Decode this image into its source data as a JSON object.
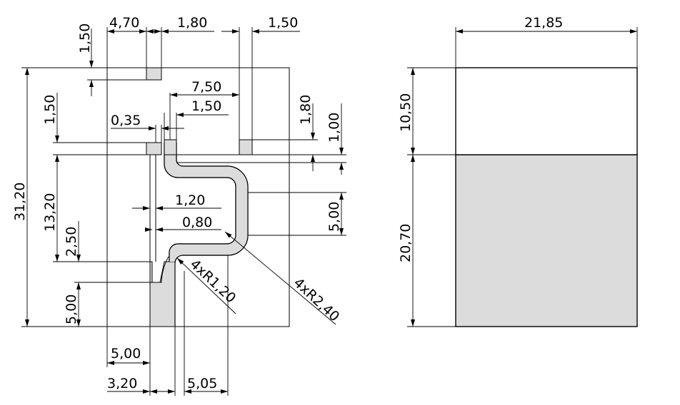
{
  "left_view": {
    "dimensions": {
      "top_slot_offset": "4,70",
      "top_slot_width": "1,80",
      "top_slot_height": "1,50",
      "right_slot_width": "1,50",
      "stub_spacing": "7,50",
      "stub_width": "1,50",
      "gap": "0,35",
      "slot_height_left": "1,50",
      "right_slot_height": "1,80",
      "right_slot_depth": "1,00",
      "overall_height": "31,20",
      "feed_length": "13,20",
      "line_width": "1,20",
      "gap_width": "0,80",
      "vertical_segment": "5,00",
      "taper_height": "2,50",
      "bottom_height": "5,00",
      "bottom_offset": "5,00",
      "feed_width": "3,20",
      "arm_offset": "5,05",
      "inner_radius": "4xR1,20",
      "outer_radius": "4xR2,40"
    }
  },
  "right_view": {
    "dimensions": {
      "width": "21,85",
      "upper_height": "10,50",
      "lower_height": "20,70"
    }
  },
  "colors": {
    "fill_gray": "#dcdcdc",
    "stroke": "#000000",
    "background": "#ffffff"
  }
}
